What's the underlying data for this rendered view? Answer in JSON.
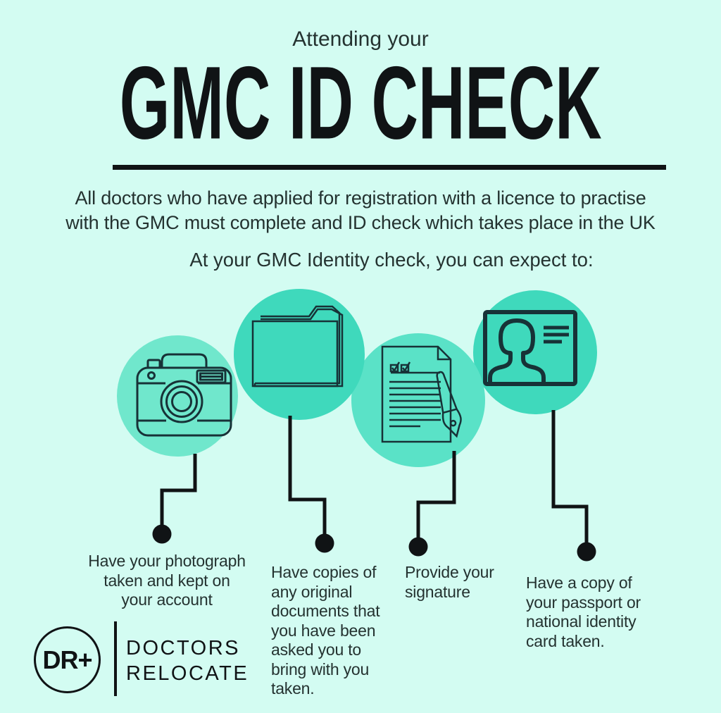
{
  "page": {
    "background": "#d3fcf2",
    "text_ink": "#243230",
    "line_black": "#101315",
    "icon_stroke": "#173237",
    "circle_colors": {
      "c1": "#70e7cc",
      "c2": "#3fd9bc",
      "c3": "#5ae2c7",
      "c4": "#3fd9bc"
    }
  },
  "header": {
    "eyebrow": "Attending your",
    "title": "GMC ID CHECK",
    "intro": "All doctors who have applied for registration with a licence to practise\nwith the GMC must complete and ID check which takes place in the UK",
    "subtitle": "At your GMC Identity check, you can expect to:"
  },
  "steps": [
    {
      "icon": "camera-icon",
      "label": "Have your photograph\ntaken and kept on\nyour account"
    },
    {
      "icon": "folder-icon",
      "label": "Have copies of\nany original\ndocuments that\nyou have been\nasked you to\nbring with you\ntaken."
    },
    {
      "icon": "signature-document-pen-icon",
      "label": "Provide your\nsignature"
    },
    {
      "icon": "id-card-icon",
      "label": "Have a copy of\nyour passport or\nnational identity\ncard taken."
    }
  ],
  "footer": {
    "monogram": "DR+",
    "brand": "DOCTORS\nRELOCATE"
  }
}
